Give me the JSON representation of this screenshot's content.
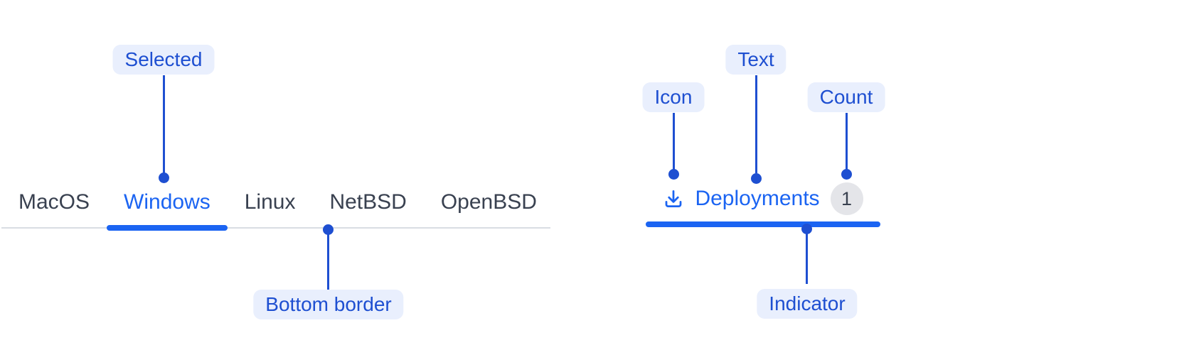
{
  "left_figure": {
    "tabs": [
      {
        "label": "MacOS",
        "selected": false
      },
      {
        "label": "Windows",
        "selected": true
      },
      {
        "label": "Linux",
        "selected": false
      },
      {
        "label": "NetBSD",
        "selected": false
      },
      {
        "label": "OpenBSD",
        "selected": false
      }
    ],
    "selected_tab": "Windows",
    "annotations": {
      "selected": "Selected",
      "bottom_border": "Bottom border"
    }
  },
  "right_figure": {
    "tab": {
      "icon": "download-icon",
      "label": "Deployments",
      "count": "1"
    },
    "annotations": {
      "icon": "Icon",
      "text": "Text",
      "count": "Count",
      "indicator": "Indicator"
    }
  },
  "colors": {
    "accent_blue": "#1b64f2",
    "annotation_blue": "#1e4fd1",
    "label_pill_bg": "#e9effd",
    "tab_text_gray": "#394150",
    "border_gray": "#d9dde3",
    "badge_bg": "#e4e5e9",
    "badge_text": "#394150"
  }
}
